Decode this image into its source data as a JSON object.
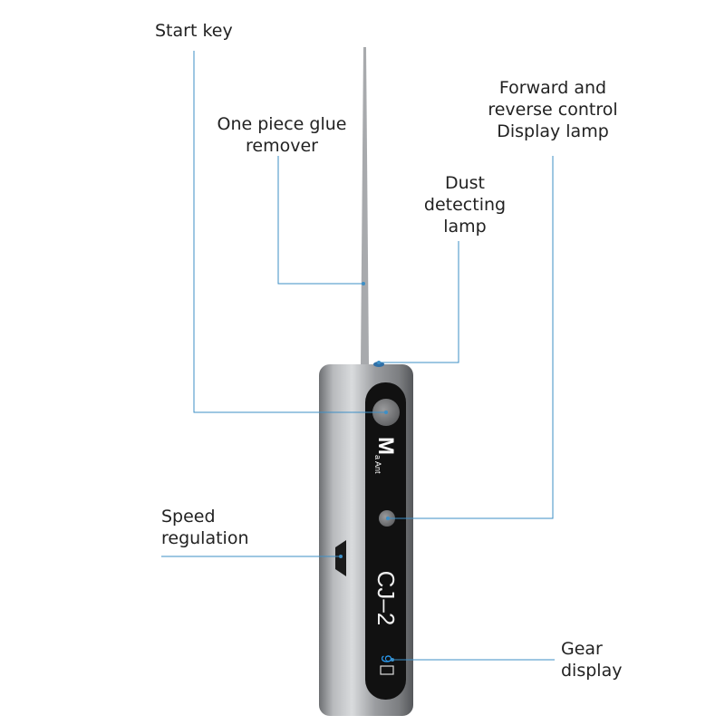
{
  "labels": {
    "start_key": "Start key",
    "glue_remover": [
      "One piece glue",
      "remover"
    ],
    "forward_reverse": [
      "Forward and",
      "reverse control",
      "Display lamp"
    ],
    "dust_lamp": [
      "Dust",
      "detecting",
      "lamp"
    ],
    "speed_regulation": [
      "Speed",
      "regulation"
    ],
    "gear_display": [
      "Gear",
      "display"
    ]
  },
  "device": {
    "brand_main": "M",
    "brand_sub": "a Ant",
    "model": "CJ–2",
    "gear_value": "9"
  },
  "colors": {
    "callout_line": "#3d8fc6",
    "gear_digit": "#2a9df4",
    "panel": "#111111"
  }
}
